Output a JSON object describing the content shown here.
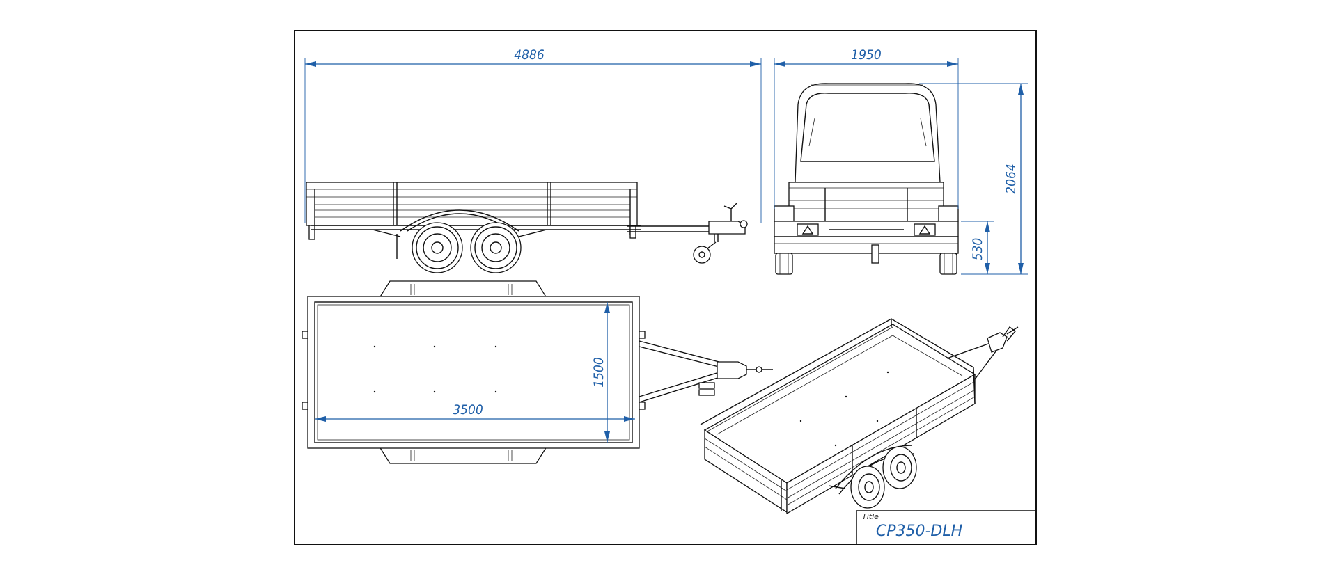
{
  "drawing": {
    "dimensions": {
      "overall_length": "4886",
      "overall_width": "1950",
      "overall_height": "2064",
      "platform_height": "530",
      "deck_length": "3500",
      "deck_width": "1500"
    },
    "title_block": {
      "label": "Title",
      "value": "CP350-DLH"
    }
  },
  "colors": {
    "dimension": "#1f5fa8",
    "line": "#111111",
    "background": "#ffffff"
  }
}
